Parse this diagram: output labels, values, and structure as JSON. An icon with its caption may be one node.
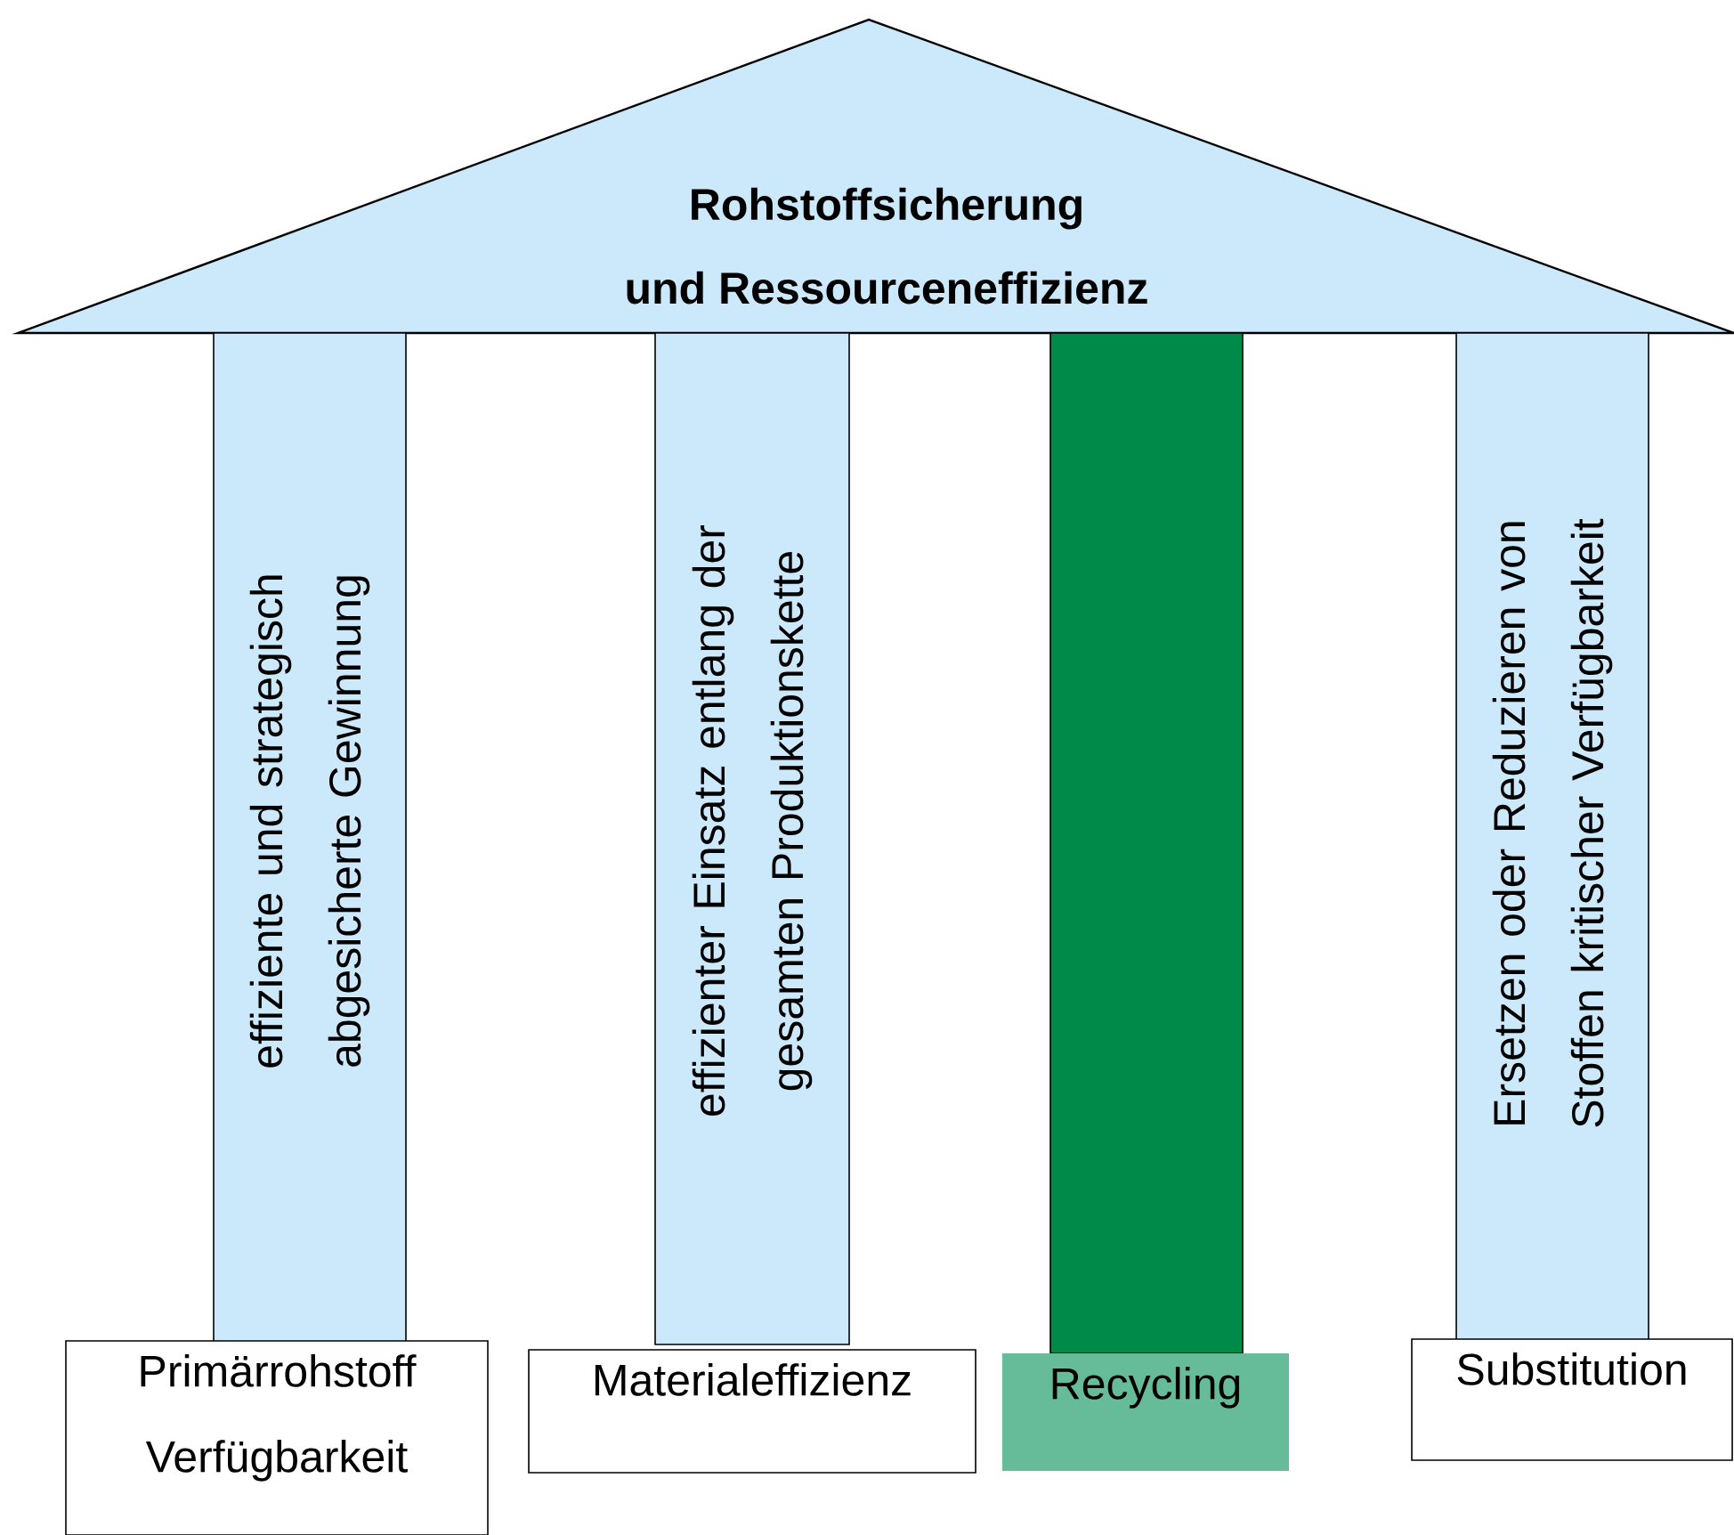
{
  "diagram": {
    "nodes": [
      {
        "text": [
          "Rohstoffsicherung und Ressourceneffizienz"
        ]
      },
      {
        "text": [
          "effiziente und strategisch abgesicherte Gewinnung"
        ]
      },
      {
        "text": [
          "effizienter Einsatz entlang der gesamten Produktionskette"
        ]
      },
      {
        "text": [],
        "shape": "bar"
      },
      {
        "text": [
          "Ersetzen oder Reduzieren von Stoffen kritischer Verfügbarkeit"
        ]
      },
      {
        "text": [
          "Primärrohstoff Verfügbarkeit"
        ]
      },
      {
        "text": [
          "Materialeffizienz"
        ]
      },
      {
        "text": [
          "Recycling"
        ]
      },
      {
        "text": [
          "Substitution"
        ]
      }
    ]
  }
}
